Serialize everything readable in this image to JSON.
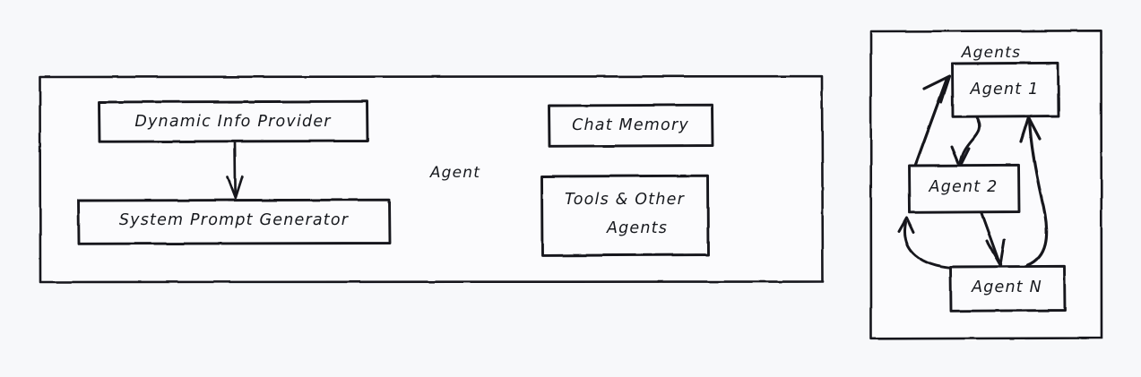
{
  "diagram": {
    "title": "Agent architecture and multi-agent orchestration diagram",
    "style": "hand-drawn sketch",
    "background_color": "#f7f8fa",
    "stroke_color": "#16181d",
    "fill_color": "#fbfbfd"
  },
  "agent_panel": {
    "label": "Agent",
    "boxes": [
      {
        "id": "dynamic-info-provider",
        "label": "Dynamic Info Provider"
      },
      {
        "id": "system-prompt-generator",
        "label": "System Prompt Generator"
      },
      {
        "id": "chat-memory",
        "label": "Chat Memory"
      },
      {
        "id": "tools-and-other-agents",
        "label_line1": "Tools & Other",
        "label_line2": "Agents"
      }
    ],
    "connections": [
      {
        "from": "dynamic-info-provider",
        "to": "system-prompt-generator",
        "type": "arrow-down"
      }
    ]
  },
  "agents_panel": {
    "label": "Agents",
    "boxes": [
      {
        "id": "agent-1",
        "label": "Agent 1"
      },
      {
        "id": "agent-2",
        "label": "Agent 2"
      },
      {
        "id": "agent-n",
        "label": "Agent N"
      }
    ],
    "connections": [
      {
        "from": "agent-1",
        "to": "agent-2",
        "type": "curved-arrow-down"
      },
      {
        "from": "agent-2",
        "to": "agent-1",
        "type": "arrow-up-left"
      },
      {
        "from": "agent-2",
        "to": "agent-n",
        "type": "arrow-down"
      },
      {
        "from": "agent-n",
        "to": "agent-2",
        "type": "curved-arrow-up-left"
      },
      {
        "from": "agent-n",
        "to": "agent-1",
        "type": "curved-arrow-up-right"
      }
    ]
  }
}
